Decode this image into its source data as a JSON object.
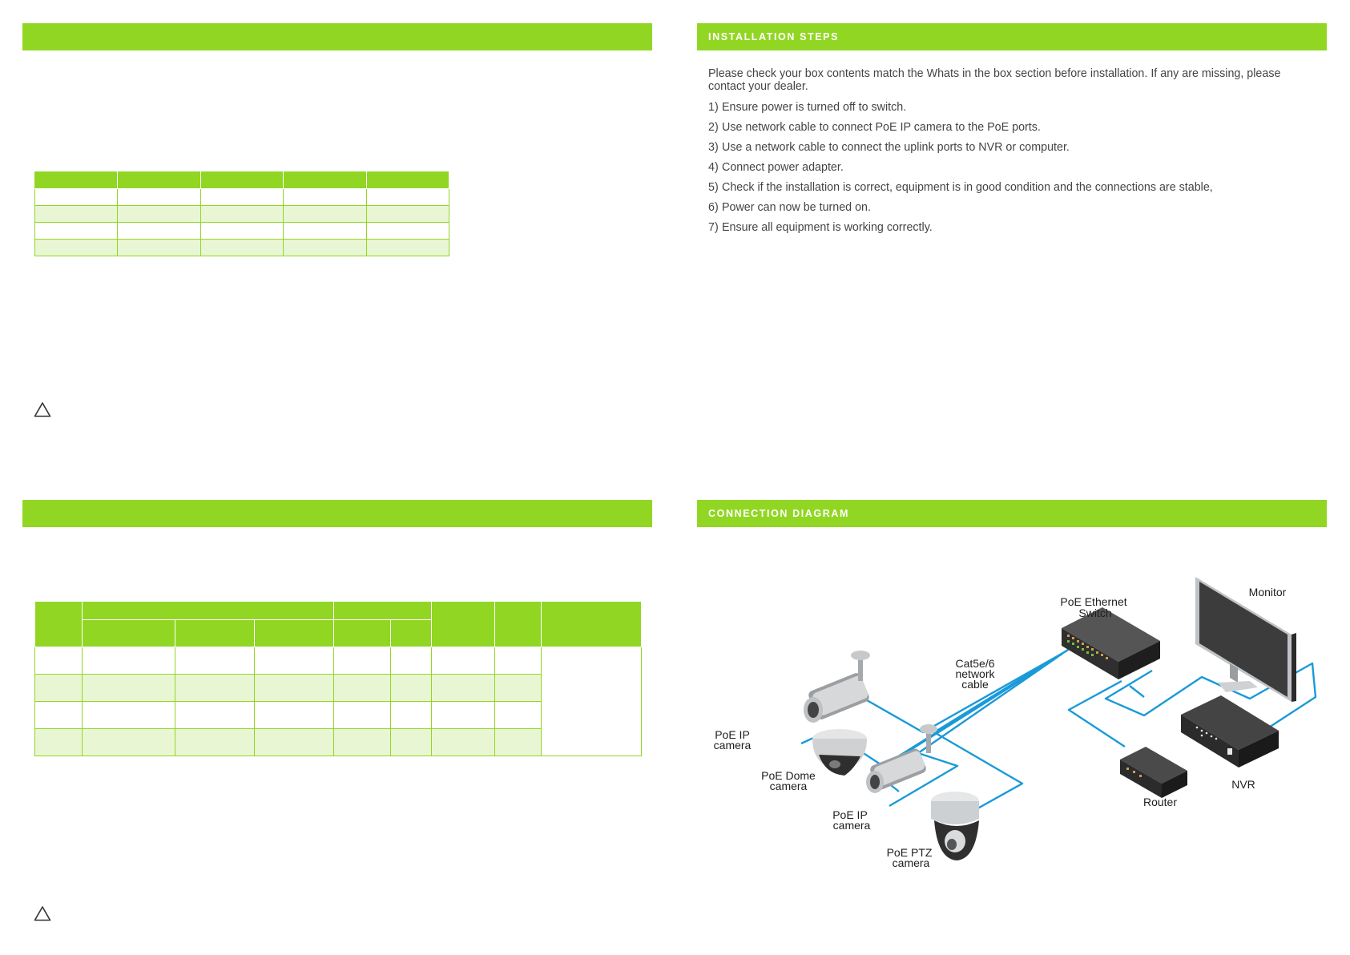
{
  "sections": {
    "top_left_title": "",
    "installation_title": "INSTALLATION STEPS",
    "bottom_left_title": "",
    "connection_title": "CONNECTION DIAGRAM"
  },
  "installation": {
    "intro": "Please check your box contents match the Whats in the box section before installation. If any are missing, please contact your dealer.",
    "steps": [
      {
        "num": "1)",
        "text": "Ensure power is turned off to switch."
      },
      {
        "num": "2)",
        "text": "Use network cable to connect PoE IP camera to the PoE ports."
      },
      {
        "num": "3)",
        "text": "Use a network cable to connect the uplink ports to NVR or computer."
      },
      {
        "num": "4)",
        "text": "Connect power adapter."
      },
      {
        "num": "5)",
        "text": "Check if the installation is correct, equipment is in good condition and the connections are stable,"
      },
      {
        "num": "6)",
        "text": "Power can now be turned on."
      },
      {
        "num": "7)",
        "text": "Ensure all equipment is working correctly."
      }
    ]
  },
  "diagram": {
    "labels": {
      "switch_line1": "PoE Ethernet",
      "switch_line2": "Switch",
      "monitor": "Monitor",
      "cable_line1": "Cat5e/6",
      "cable_line2": "network",
      "cable_line3": "cable",
      "ip_cam1_line1": "PoE IP",
      "ip_cam1_line2": "camera",
      "dome_line1": "PoE Dome",
      "dome_line2": "camera",
      "ip_cam2_line1": "PoE IP",
      "ip_cam2_line2": "camera",
      "ptz_line1": "PoE PTZ",
      "ptz_line2": "camera",
      "router": "Router",
      "nvr": "NVR"
    }
  },
  "colors": {
    "accent_green": "#92d624",
    "row_alt": "#e9f6d3",
    "cable_blue": "#1a9ad8"
  },
  "icons": {
    "warning": "warning-triangle-icon"
  }
}
